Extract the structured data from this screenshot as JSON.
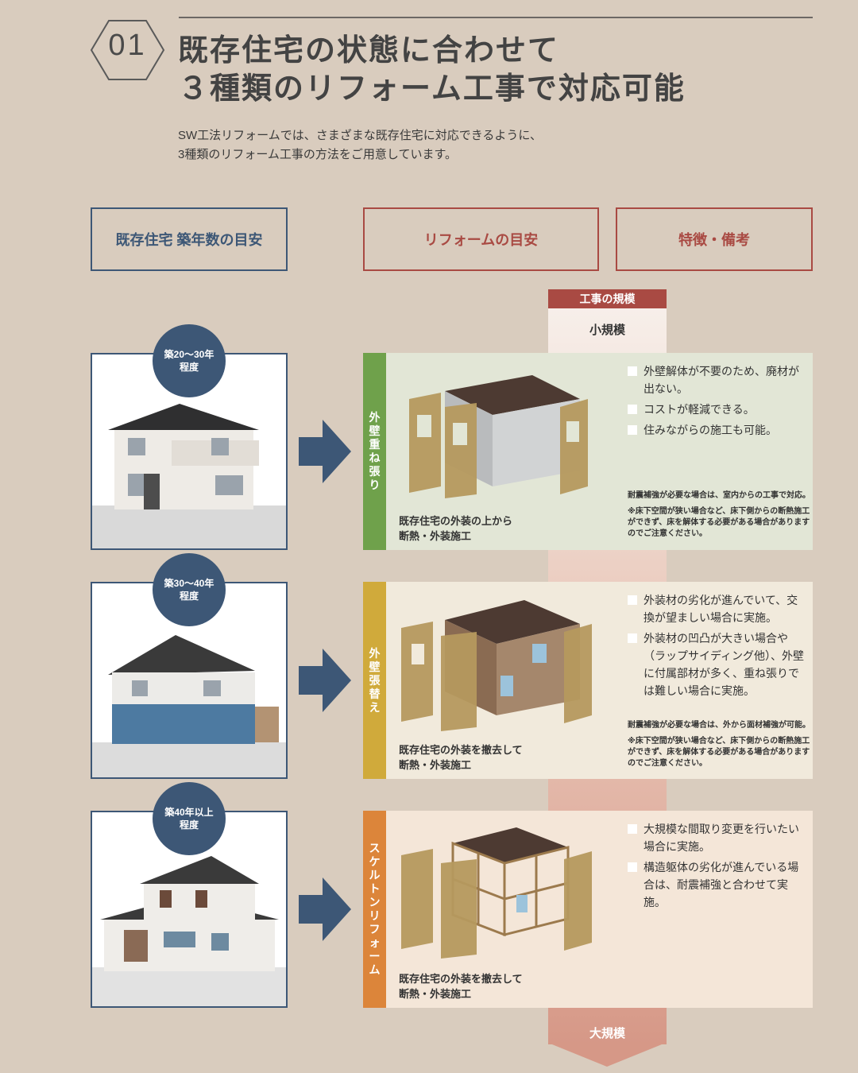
{
  "section": {
    "number": "01",
    "title_line1": "既存住宅の状態に合わせて",
    "title_line2": "３種類のリフォーム工事で対応可能",
    "lead_line1": "SW工法リフォームでは、さまざまな既存住宅に対応できるように、",
    "lead_line2": "3種類のリフォーム工事の方法をご用意しています。"
  },
  "headers": {
    "age": "既存住宅 築年数の目安",
    "reform": "リフォームの目安",
    "features": "特徴・備考"
  },
  "scale": {
    "title": "工事の規模",
    "small": "小規模",
    "large": "大規模"
  },
  "rows": [
    {
      "age_line1": "築20～30年",
      "age_line2": "程度",
      "method": [
        "外",
        "壁",
        "重",
        "ね",
        "張",
        "り"
      ],
      "caption_line1": "既存住宅の外装の上から",
      "caption_line2": "断熱・外装施工",
      "bullets": [
        "外壁解体が不要のため、廃材が出ない。",
        "コストが軽減できる。",
        "住みながらの施工も可能。"
      ],
      "note1": "耐震補強が必要な場合は、室内からの工事で対応。",
      "note2": "※床下空間が狭い場合など、床下側からの断熱施工ができず、床を解体する必要がある場合がありますのでご注意ください。"
    },
    {
      "age_line1": "築30～40年",
      "age_line2": "程度",
      "method": [
        "外",
        "壁",
        "張",
        "替",
        "え"
      ],
      "caption_line1": "既存住宅の外装を撤去して",
      "caption_line2": "断熱・外装施工",
      "bullets": [
        "外装材の劣化が進んでいて、交換が望ましい場合に実施。",
        "外装材の凹凸が大きい場合や（ラップサイディング他）、外壁に付属部材が多く、重ね張りでは難しい場合に実施。"
      ],
      "note1": "耐震補強が必要な場合は、外から面材補強が可能。",
      "note2": "※床下空間が狭い場合など、床下側からの断熱施工ができず、床を解体する必要がある場合がありますのでご注意ください。"
    },
    {
      "age_line1": "築40年以上",
      "age_line2": "程度",
      "method": [
        "ス",
        "ケ",
        "ル",
        "ト",
        "ン",
        "リ",
        "フ",
        "ォ",
        "ー",
        "ム"
      ],
      "caption_line1": "既存住宅の外装を撤去して",
      "caption_line2": "断熱・外装施工",
      "bullets": [
        "大規模な間取り変更を行いたい場合に実施。",
        "構造躯体の劣化が進んでいる場合は、耐震補強と合わせて実施。"
      ]
    }
  ],
  "colors": {
    "navy": "#3d5776",
    "red": "#a94a43",
    "green": "#6fa14b",
    "yellow": "#d0aa3b",
    "orange": "#dc853a"
  }
}
